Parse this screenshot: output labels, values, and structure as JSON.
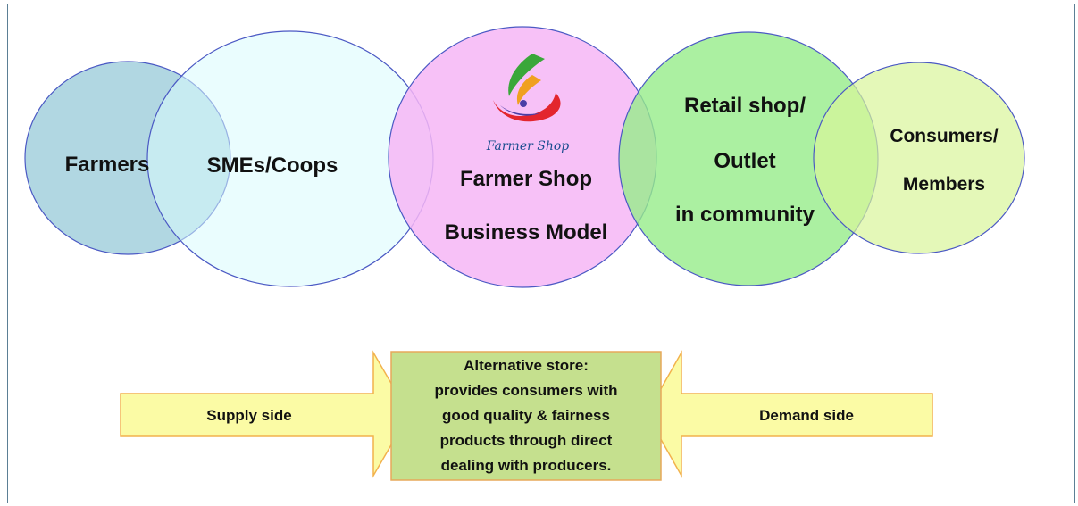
{
  "circles": {
    "farmers": "Farmers",
    "smes": "SMEs/Coops",
    "farmer_shop": {
      "logo_text": "Farmer Shop",
      "line1": "Farmer Shop",
      "line2": "Business Model"
    },
    "retail": {
      "line1": "Retail shop/",
      "line2": "Outlet",
      "line3": "in community"
    },
    "consumers": {
      "line1": "Consumers/",
      "line2": "Members"
    }
  },
  "arrows": {
    "supply": "Supply side",
    "demand": "Demand  side"
  },
  "center_box": {
    "lines": [
      "Alternative store:",
      "provides consumers with",
      "good quality & fairness",
      "products through direct",
      "dealing with producers."
    ]
  },
  "colors": {
    "farmers_fill": "#a9d3df",
    "smes_fill": "#d9fbfd",
    "farmer_shop_fill": "#f6b6f6",
    "retail_fill": "#96ec8a",
    "consumers_fill": "#d9f59a",
    "arrow_fill": "#fbfba5",
    "arrow_stroke": "#f2b24d",
    "box_fill": "#c5e08e",
    "box_stroke": "#e7a85a"
  }
}
